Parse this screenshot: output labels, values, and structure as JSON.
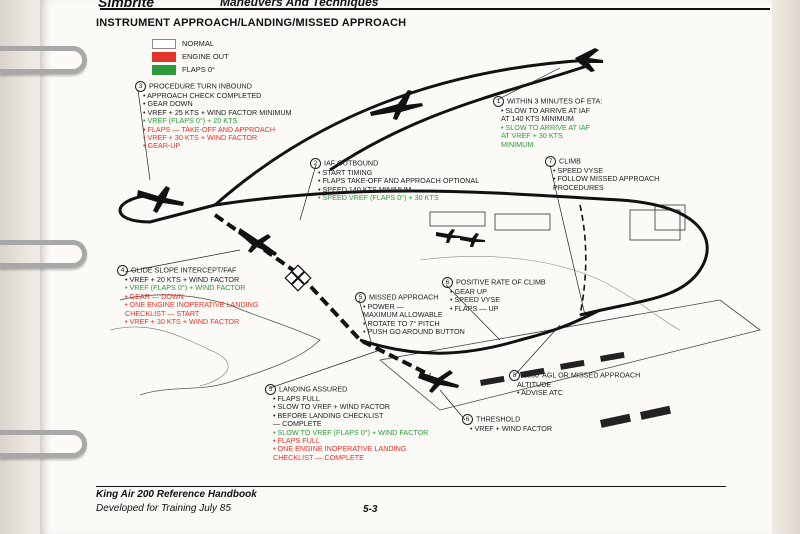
{
  "header": {
    "brand": "Simbrite",
    "section": "Maneuvers And Techniques",
    "title": "INSTRUMENT APPROACH/LANDING/MISSED APPROACH"
  },
  "legend": [
    {
      "label": "NORMAL",
      "color": "#ffffff"
    },
    {
      "label": "ENGINE OUT",
      "color": "#e2342a"
    },
    {
      "label": "FLAPS 0°",
      "color": "#2f9a3a"
    }
  ],
  "colors": {
    "normal": "#222222",
    "red": "#e2342a",
    "green": "#2f9a3a"
  },
  "notes": {
    "n1": {
      "num": "1",
      "head": "WITHIN 3 MINUTES OF ETA:",
      "lines": [
        {
          "t": "• SLOW TO ARRIVE AT IAF",
          "c": ""
        },
        {
          "t": "AT 140 KTS MINIMUM",
          "c": ""
        },
        {
          "t": "• SLOW TO ARRIVE AT IAF",
          "c": "grn"
        },
        {
          "t": "AT VREF + 30 KTS",
          "c": "grn"
        },
        {
          "t": "MINIMUM",
          "c": "grn"
        }
      ]
    },
    "n2": {
      "num": "2",
      "head": "IAF OUTBOUND",
      "lines": [
        {
          "t": "• START TIMING",
          "c": ""
        },
        {
          "t": "• FLAPS TAKE-OFF AND APPROACH OPTIONAL",
          "c": ""
        },
        {
          "t": "• SPEED 140 KTS MINIMUM",
          "c": ""
        },
        {
          "t": "• SPEED VREF (FLAPS 0°) + 30 KTS",
          "c": "grn"
        }
      ]
    },
    "n3": {
      "num": "3",
      "head": "PROCEDURE TURN INBOUND",
      "lines": [
        {
          "t": "• APPROACH CHECK COMPLETED",
          "c": ""
        },
        {
          "t": "• GEAR DOWN",
          "c": ""
        },
        {
          "t": "• VREF + 25 KTS + WIND FACTOR MINIMUM",
          "c": ""
        },
        {
          "t": "• VREF (FLAPS 0°) + 20 KTS",
          "c": "grn"
        },
        {
          "t": "• FLAPS — TAKE-OFF AND APPROACH",
          "c": "red"
        },
        {
          "t": "• VREF + 30 KTS + WIND FACTOR",
          "c": "red"
        },
        {
          "t": "• GEAR-UP",
          "c": "red"
        }
      ]
    },
    "n4": {
      "num": "4",
      "head": "GLIDE SLOPE INTERCEPT/FAF",
      "lines": [
        {
          "t": "• VREF + 20 KTS + WIND FACTOR",
          "c": ""
        },
        {
          "t": "• VREF (FLAPS 0°) + WIND FACTOR",
          "c": "grn"
        },
        {
          "t": "• GEAR — DOWN",
          "c": "red"
        },
        {
          "t": "• ONE ENGINE INOPERATIVE LANDING",
          "c": "red"
        },
        {
          "t": "CHECKLIST — START",
          "c": "red"
        },
        {
          "t": "• VREF + 30 KTS + WIND FACTOR",
          "c": "red"
        }
      ]
    },
    "n5": {
      "num": "5",
      "head": "MISSED APPROACH",
      "lines": [
        {
          "t": "• POWER —",
          "c": ""
        },
        {
          "t": "MAXIMUM ALLOWABLE",
          "c": ""
        },
        {
          "t": "• ROTATE TO 7° PITCH",
          "c": ""
        },
        {
          "t": "• PUSH GO AROUND BUTTON",
          "c": ""
        }
      ]
    },
    "n6a": {
      "num": "6",
      "head": "POSITIVE RATE OF CLIMB",
      "lines": [
        {
          "t": "• GEAR UP",
          "c": ""
        },
        {
          "t": "• SPEED VYSE",
          "c": ""
        },
        {
          "t": "• FLAPS — UP",
          "c": ""
        }
      ]
    },
    "n7": {
      "num": "7",
      "head": "CLIMB",
      "lines": [
        {
          "t": "• SPEED VYSE",
          "c": ""
        },
        {
          "t": "• FOLLOW MISSED APPROACH",
          "c": ""
        },
        {
          "t": "PROCEDURES",
          "c": ""
        }
      ]
    },
    "n8": {
      "num": "8",
      "head": "1500' AGL OR MISSED APPROACH",
      "lines": [
        {
          "t": "ALTITUDE",
          "c": ""
        },
        {
          "t": "• ADVISE ATC",
          "c": ""
        }
      ]
    },
    "n5b": {
      "num": "5",
      "head": "LANDING ASSURED",
      "lines": [
        {
          "t": "• FLAPS FULL",
          "c": ""
        },
        {
          "t": "• SLOW TO VREF + WIND FACTOR",
          "c": ""
        },
        {
          "t": "• BEFORE LANDING CHECKLIST",
          "c": ""
        },
        {
          "t": "— COMPLETE",
          "c": ""
        },
        {
          "t": "• SLOW TO VREF (FLAPS 0°) + WIND FACTOR",
          "c": "grn"
        },
        {
          "t": "• FLAPS FULL",
          "c": "red"
        },
        {
          "t": "• ONE ENGINE INOPERATIVE LANDING",
          "c": "red"
        },
        {
          "t": "CHECKLIST — COMPLETE",
          "c": "red"
        }
      ]
    },
    "n6b": {
      "num": "6",
      "head": "THRESHOLD",
      "lines": [
        {
          "t": "• VREF + WIND FACTOR",
          "c": ""
        }
      ]
    }
  },
  "footer": {
    "title": "King Air 200 Reference Handbook",
    "subtitle": "Developed for Training July 85",
    "page": "5-3"
  }
}
